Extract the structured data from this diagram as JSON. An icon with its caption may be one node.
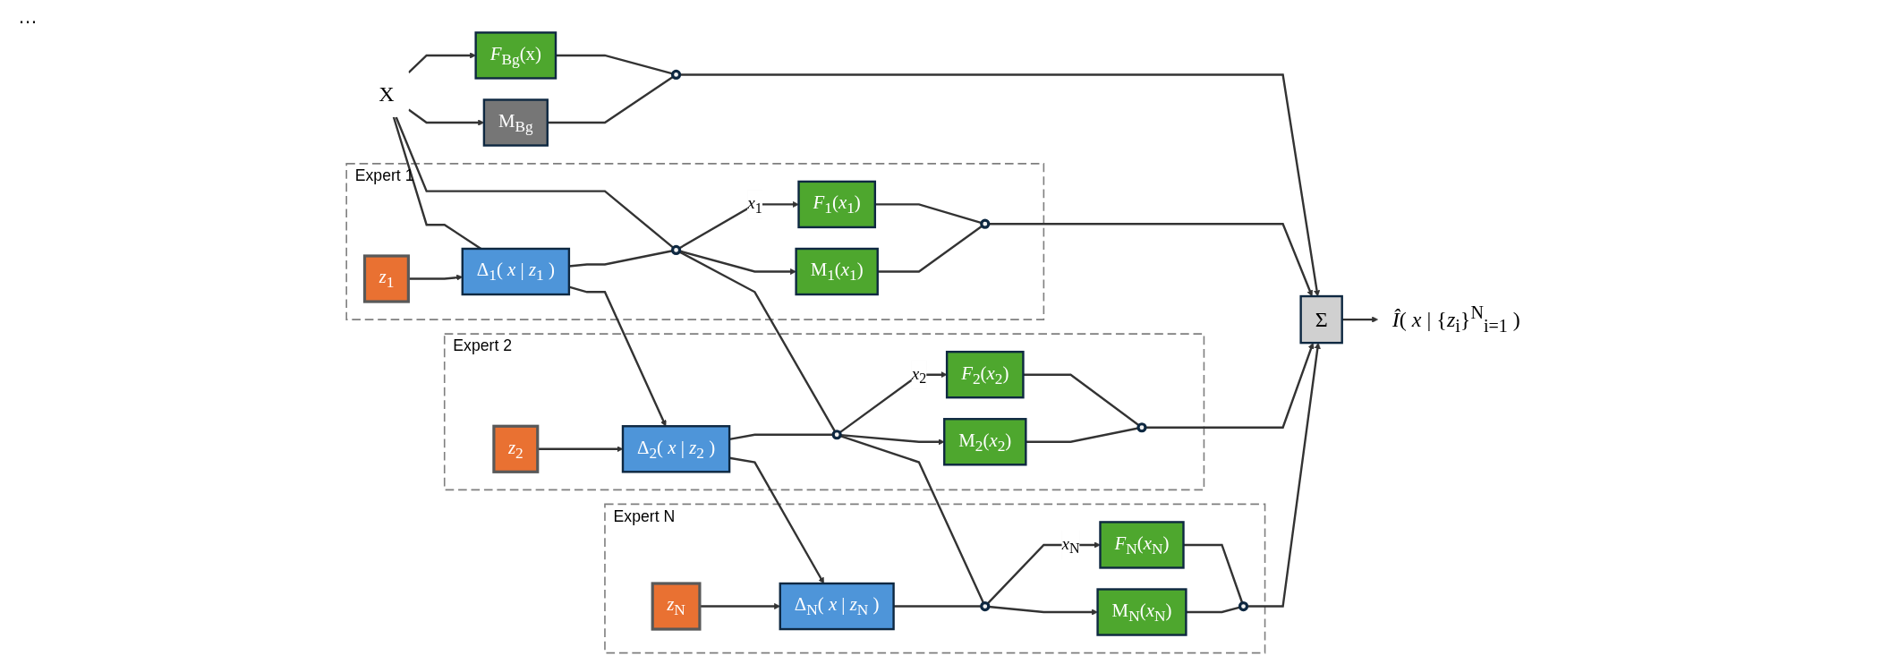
{
  "diagram": {
    "nodes": [
      {
        "text": [
          "X"
        ]
      },
      {
        "text": [
          "*F*$_{Bg}$(x)"
        ]
      },
      {
        "text": [
          "M$_{Bg}$"
        ]
      },
      {
        "text": [],
        "shape": "circle"
      },
      {
        "text": [
          "Expert 1"
        ]
      },
      {
        "text": [
          "*z*$_{1}$"
        ],
        "in": 4
      },
      {
        "text": [
          "Δ$_{1}$( *x* | *z*$_{1}$ )"
        ],
        "in": 4
      },
      {
        "text": [],
        "shape": "circle",
        "in": 4
      },
      {
        "text": [
          "*F*$_{1}$(*x*$_{1}$)"
        ],
        "in": 4
      },
      {
        "text": [
          "M$_{1}$(*x*$_{1}$)"
        ],
        "in": 4
      },
      {
        "text": [],
        "shape": "circle",
        "in": 4
      },
      {
        "text": [
          "Expert 2"
        ]
      },
      {
        "text": [
          "*z*$_{2}$"
        ],
        "in": 11
      },
      {
        "text": [
          "Δ$_{2}$( *x* | *z*$_{2}$ )"
        ],
        "in": 11
      },
      {
        "text": [],
        "shape": "circle",
        "in": 11
      },
      {
        "text": [
          "*F*$_{2}$(*x*$_{2}$)"
        ],
        "in": 11
      },
      {
        "text": [
          "M$_{2}$(*x*$_{2}$)"
        ],
        "in": 11
      },
      {
        "text": [],
        "shape": "circle",
        "in": 11
      },
      {
        "text": [
          "Expert N"
        ]
      },
      {
        "text": [
          "*z*$_{N}$"
        ],
        "in": 18
      },
      {
        "text": [
          "Δ$_{N}$( *x* | *z*$_{N}$ )"
        ],
        "in": 18
      },
      {
        "text": [],
        "shape": "circle",
        "in": 18
      },
      {
        "text": [
          "*F*$_{N}$(*x*$_{N}$)"
        ],
        "in": 18
      },
      {
        "text": [
          "M$_{N}$(*x*$_{N}$)"
        ],
        "in": 18
      },
      {
        "text": [],
        "shape": "circle",
        "in": 18
      },
      {
        "text": [
          "Σ"
        ]
      },
      {
        "text": [
          "*Î*( *x* | {*z*$_{i}$}$^{N}$$_{i=1}$ )"
        ]
      }
    ],
    "edges": [
      {
        "from": 0,
        "to": 1,
        "arrow": "to"
      },
      {
        "from": 0,
        "to": 2,
        "arrow": "to"
      },
      {
        "from": 0,
        "to": 6,
        "arrow": "none"
      },
      {
        "from": 6,
        "to": 13,
        "arrow": "to"
      },
      {
        "from": 13,
        "to": 20,
        "arrow": "to"
      },
      {
        "from": 0,
        "to": 7,
        "arrow": "none"
      },
      {
        "from": 7,
        "to": 14,
        "arrow": "none"
      },
      {
        "from": 14,
        "to": 21,
        "arrow": "none"
      },
      {
        "from": 1,
        "to": 3,
        "arrow": "none"
      },
      {
        "from": 2,
        "to": 3,
        "arrow": "none"
      },
      {
        "from": 5,
        "to": 6,
        "arrow": "to"
      },
      {
        "from": 6,
        "to": 7,
        "arrow": "none"
      },
      {
        "from": 7,
        "to": 8,
        "arrow": "to",
        "label": "*x*$_{1}$"
      },
      {
        "from": 7,
        "to": 9,
        "arrow": "to"
      },
      {
        "from": 8,
        "to": 10,
        "arrow": "none"
      },
      {
        "from": 9,
        "to": 10,
        "arrow": "none"
      },
      {
        "from": 12,
        "to": 13,
        "arrow": "to"
      },
      {
        "from": 13,
        "to": 14,
        "arrow": "none"
      },
      {
        "from": 14,
        "to": 15,
        "arrow": "to",
        "label": "*x*$_{2}$"
      },
      {
        "from": 14,
        "to": 16,
        "arrow": "to"
      },
      {
        "from": 15,
        "to": 17,
        "arrow": "none"
      },
      {
        "from": 16,
        "to": 17,
        "arrow": "none"
      },
      {
        "from": 19,
        "to": 20,
        "arrow": "to"
      },
      {
        "from": 20,
        "to": 21,
        "arrow": "none"
      },
      {
        "from": 21,
        "to": 22,
        "arrow": "to",
        "label": "*x*$_{N}$"
      },
      {
        "from": 21,
        "to": 23,
        "arrow": "to"
      },
      {
        "from": 22,
        "to": 24,
        "arrow": "none"
      },
      {
        "from": 23,
        "to": 24,
        "arrow": "none"
      },
      {
        "from": 3,
        "to": 25,
        "arrow": "to"
      },
      {
        "from": 10,
        "to": 25,
        "arrow": "to"
      },
      {
        "from": 17,
        "to": 25,
        "arrow": "to"
      },
      {
        "from": 24,
        "to": 25,
        "arrow": "to"
      },
      {
        "from": 25,
        "to": 26,
        "arrow": "to"
      }
    ],
    "labels": [
      "…"
    ]
  }
}
